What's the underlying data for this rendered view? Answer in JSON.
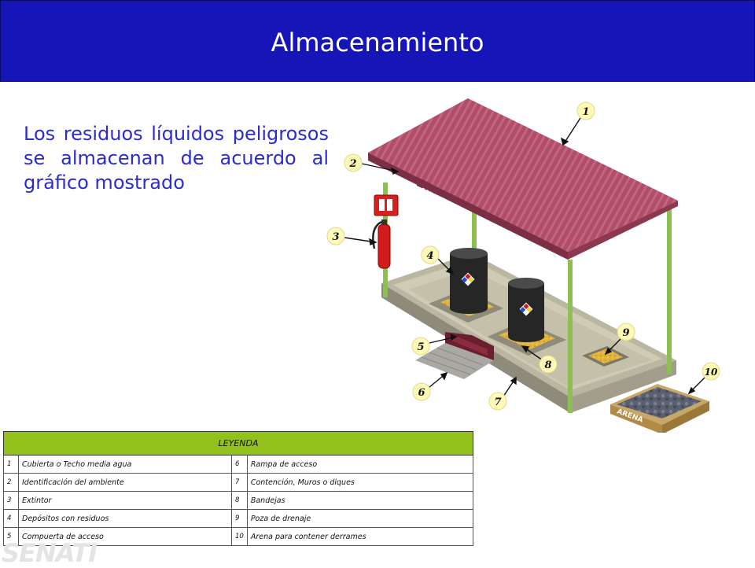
{
  "title": "Almacenamiento",
  "intro": "Los residuos líquidos peligrosos se almacenan de acuerdo al gráfico mostrado",
  "diagram": {
    "sign_text": "RESIDUOS PELIGROSOS",
    "sand_label": "ARENA",
    "callouts": [
      "1",
      "2",
      "3",
      "4",
      "5",
      "6",
      "7",
      "8",
      "9",
      "10"
    ],
    "colors": {
      "roof": "#b2506a",
      "posts": "#8dbf55",
      "floor": "#b9b6a3",
      "drum": "#262626",
      "tray": "#e6b43c",
      "callout_fill": "#fff9b8"
    }
  },
  "legend": {
    "header": "LEYENDA",
    "rows": [
      {
        "n1": "1",
        "l1": "Cubierta o Techo media agua",
        "n2": "6",
        "l2": "Rampa de acceso"
      },
      {
        "n1": "2",
        "l1": "Identificación del ambiente",
        "n2": "7",
        "l2": "Contención, Muros o diques"
      },
      {
        "n1": "3",
        "l1": "Extintor",
        "n2": "8",
        "l2": "Bandejas"
      },
      {
        "n1": "4",
        "l1": "Depósitos con residuos",
        "n2": "9",
        "l2": "Poza de drenaje"
      },
      {
        "n1": "5",
        "l1": "Compuerta de acceso",
        "n2": "10",
        "l2": "Arena para contener derrames"
      }
    ]
  },
  "watermark": "SENATI"
}
